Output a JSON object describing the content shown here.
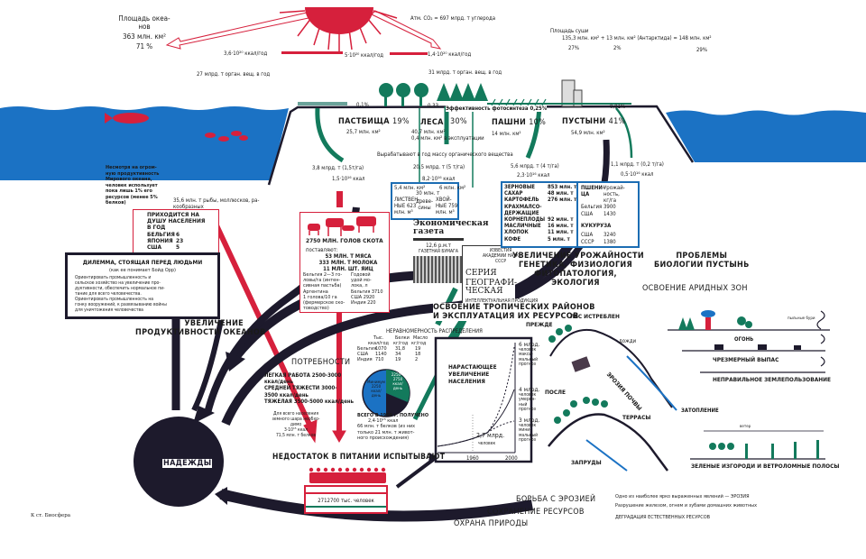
{
  "colors": {
    "ocean": "#1b72c4",
    "red": "#d6203c",
    "green": "#137a5c",
    "dark": "#1d1a2c",
    "boxblue": "#1c6db3"
  },
  "top": {
    "ocean_area": [
      "Площадь океа-",
      "нов",
      "363  млн.  км²",
      "71 %"
    ],
    "atm_co2": "Атм. CO₂ = 697 млрд. т углерода",
    "energy_left": "3,6·10²⁰ ккал/год",
    "energy_mid": "5·10²⁰ ккал/год",
    "energy_right": "1,4·10²⁰ ккал/год",
    "org_ocean": "27 млрд. т орган. вещ. в год",
    "org_land": "31 млрд. т орган. вещ. в год",
    "land_area_title": "Площадь суши",
    "land_area": "135,3 млн. км² + 13 млн. км² (Антарктида) = 148 млн. км²",
    "land_pct": [
      "27%",
      "2%",
      "29%"
    ]
  },
  "land": {
    "eff_ocean": "0,1%",
    "eff_forest": "0,33",
    "eff_photo": "Эффективность фотосинтеза 0,25%",
    "eff_desert": "0,01%",
    "pasture": {
      "name": "ПАСТБИЩА",
      "pct": "19%",
      "area": "25,7 млн. км²",
      "yield": "3,8 млрд. т (1,5т/га)",
      "kcal": "1,5·10¹⁶ ккал"
    },
    "forest": {
      "name": "ЛЕСА",
      "pct": "30%",
      "area": "40,7 млн. км²",
      "exploit": "0,4 млн. км² в эксплуатации",
      "produce": "Вырабатывают в год массу органического вещества",
      "yield": "20,5 млрд. т (5 т/га)",
      "kcal": "8,2·10¹⁶ ккал"
    },
    "fields": {
      "name": "ПАШНИ",
      "pct": "10%",
      "area": "14 млн. км²",
      "yield": "5,6 млрд. т (4 т/га)",
      "kcal": "2,3·10¹⁶ ккал"
    },
    "desert": {
      "name": "ПУСТЫНИ",
      "pct": "41%",
      "area": "54,9 млн. км²",
      "yield": "1,1 млрд. т (0,2 т/га)",
      "kcal": "0,5·10¹⁶ ккал"
    }
  },
  "forest_box": {
    "l1": "5,4 млн.",
    "l2": "км²",
    "mid1": "30 млн. т",
    "mid2": "древе-",
    "mid3": "сины",
    "left": [
      "ЛИСТВЕН-",
      "НЫЕ  623",
      "млн.  м³"
    ],
    "right1": "6 млн.",
    "right2": "км²",
    "right": [
      "ХВОЙ-",
      "НЫЕ 759",
      "млн.  м³"
    ]
  },
  "newspaper": {
    "title": "Экономическая",
    "title2": "газета",
    "pages": "12,6 р.м.т",
    "paper": "ГАЗЕТНАЯ БУМАГА"
  },
  "series": {
    "pub": [
      "ИЗВЕСТИЯ",
      "АКАДЕМИИ НАУК",
      "СССР"
    ],
    "l1": "СЕРИЯ",
    "l2": "ГЕОГРАФИ-",
    "l3": "ЧЕСКАЯ",
    "l4": "ИНТЕЛЛЕКТУАЛЬНАЯ ПРОДУКЦИЯ"
  },
  "crops": {
    "rows": [
      [
        "ЗЕРНОВЫЕ",
        "853 млн. т"
      ],
      [
        "САХАР",
        "48 млн. т"
      ],
      [
        "КАРТОФЕЛЬ",
        "276 млн. т"
      ],
      [
        "КРАХМАЛСО-",
        ""
      ],
      [
        "ДЕРЖАЩИЕ",
        ""
      ],
      [
        "КОРНЕПЛОДЫ",
        "92 млн. т"
      ],
      [
        "МАСЛИЧНЫЕ",
        "16 млн. т"
      ],
      [
        "ХЛОПОК",
        "11 млн. т"
      ],
      [
        "КОФЕ",
        "5 млн. т"
      ]
    ],
    "wheat": "ПШЕНИ-",
    "wheat2": "ЦА",
    "yield_h": [
      "Урожай-",
      "ность,",
      "кг/га"
    ],
    "wheat_vals": [
      [
        "Бельгия",
        "3900"
      ],
      [
        "США",
        "1430"
      ]
    ],
    "corn": "КУКУРУЗА",
    "corn_vals": [
      [
        "США",
        "3240"
      ],
      [
        "СССР",
        "1380"
      ]
    ]
  },
  "ocean_text": {
    "note": [
      "Несмотря на огром-",
      "ную продуктивность",
      "Мирового  океана,",
      "человек использует",
      "пока лишь 1% его",
      "ресурсов (менее 5%",
      "белков)"
    ],
    "catch": [
      "35,6 млн. т рыбы, моллюсков, ра-",
      "кообразных"
    ]
  },
  "per_capita": {
    "title": [
      "ПРИХОДИТСЯ НА",
      "ДУШУ НАСЕЛЕНИЯ",
      "В ГОД"
    ],
    "rows": [
      [
        "БЕЛЬГИЯ",
        "6"
      ],
      [
        "ЯПОНИЯ",
        "23"
      ],
      [
        "США",
        "5"
      ]
    ]
  },
  "dilemma": {
    "title": "ДИЛЕММА, СТОЯЩАЯ ПЕРЕД ЛЮДЬМИ",
    "sub": "(как ее понимает Бойд Орр)",
    "p1": [
      "Ориентировать промышленность  и",
      "сельское хозяйство на увеличение про-",
      "дуктивности, обеспечить нормальное пи-",
      "тание для всего человечества."
    ],
    "p2": [
      "Ориентировать промышленность на",
      "гонку вооружений, к развязыванию войны",
      "для уничтожения человечества"
    ]
  },
  "livestock": {
    "title": "2750 МЛН. ГОЛОВ СКОТА",
    "supply": "поставляют:",
    "items": [
      "53 МЛН. Т МЯСА",
      "333 МЛН. Т МОЛОКА",
      "11 МЛН. ШТ. ЯИЦ"
    ],
    "left": [
      "Бельгия 2—3 го-",
      "ловы/га (интен-",
      "сивная пастьба)",
      "Аргентина",
      "1 голова/10 га",
      "(фермерское ско-",
      "товодство)"
    ],
    "right": [
      "Годовой",
      "удой мо-",
      "лока, л",
      "Бельгия 3710",
      "США 2920",
      "",
      "Индия 220"
    ]
  },
  "labels": {
    "ocean_prod": [
      "УВЕЛИЧЕНИЕ",
      "ПРОДУКТИВНОСТИ ОКЕАНОВ"
    ],
    "tropics": [
      "ОСВОЕНИЕ ТРОПИЧЕСКИХ РАЙОНОВ",
      "И ЭКСПЛУАТАЦИЯ ИХ РЕСУРСОВ"
    ],
    "yield_up": [
      "УВЕЛИЧЕНИЕ УРОЖАЙНОСТИ",
      "ГЕНЕТИКА, ФИЗИОЛОГИЯ",
      "ФИТОПАТОЛОГИЯ,",
      "ЭКОЛОГИЯ"
    ],
    "desert_bio": [
      "ПРОБЛЕМЫ",
      "БИОЛОГИИ ПУСТЫНЬ"
    ],
    "arid": "ОСВОЕНИЕ АРИДНЫХ ЗОН",
    "hopes": "НАДЕЖДЫ",
    "shortage": "НЕДОСТАТОК В ПИТАНИИ ИСПЫТЫВАЮТ",
    "people_count": "2712700 тыс. человек",
    "erosion_fight": "БОРЬБА С ЭРОЗИЕЙ",
    "resources": "СОХРАНЕНИЕ РЕСУРСОВ",
    "nature": "ОХРАНА ПРИРОДЫ",
    "footer": "К ст. Биосфера"
  },
  "needs": {
    "title": "ПОТРЕБНОСТИ",
    "lines": [
      "ЛЕГКАЯ РАБОТА 2500-3000",
      "ккал/день",
      "СРЕДНЕЙ ТЯЖЕСТИ 3000-",
      "3500 ккал/день",
      "ТЯЖЕЛАЯ 3500-5000 ккал/день"
    ],
    "total": [
      "Для всего населения",
      "земного шара необхо-",
      "димо",
      "3·10¹⁵ ккал",
      "71,5 млн. т белков"
    ]
  },
  "inequality": {
    "title": "НЕРАВНОМЕРНОСТЬ РАСПРЕДЕЛЕНИЯ",
    "head": [
      "Тыс.",
      "ккал/год",
      "Белки",
      "кг/год",
      "Масло",
      "кг/год"
    ],
    "rows": [
      [
        "Бельгия",
        "1070",
        "31,8",
        "19"
      ],
      [
        "США",
        "1140",
        "34",
        "18"
      ],
      [
        "Индия",
        "710",
        "19",
        "2"
      ]
    ],
    "pie_left": [
      "Минимум",
      "2250",
      "ккал/",
      "день"
    ],
    "pie_right": [
      "2250—",
      "2750",
      "ккал/",
      "день"
    ],
    "received": [
      "ВСЕГО В 1959 г. ПОЛУЧЕНО",
      "2,4·10¹⁵ ккал",
      "66 млн. т белков (из них",
      "только 21 млн. т живот-",
      "ного происхождения)"
    ]
  },
  "population": {
    "title": [
      "НАРАСТАЮЩЕЕ",
      "УВЕЛИЧЕНИЕ",
      "НАСЕЛЕНИЯ"
    ],
    "now": "2,7 млрд.",
    "now2": "человек",
    "x_ticks": [
      "1960",
      "2000"
    ],
    "max": [
      "6 млрд.",
      "человек",
      "макси-",
      "мальный",
      "прогноз"
    ],
    "mid": [
      "4 млрд.",
      "человек",
      "умерен-",
      "ный",
      "прогноз"
    ],
    "min": [
      "3 млрд.",
      "человек",
      "мини-",
      "мальный",
      "прогноз"
    ]
  },
  "erosion": {
    "before": "ПРЕЖДЕ",
    "forest_cut": "ЛЕС ИСТРЕБЛЕН",
    "rains": "дожди",
    "soil": "ЭРОЗИЯ ПОЧВЫ",
    "after": "ПОСЛЕ",
    "terraces": "ТЕРРАСЫ",
    "dams": "ЗАПРУДЫ"
  },
  "desert_panel": {
    "dust": "пыльные бури",
    "fire": "ОГОНЬ",
    "grazing": "ЧРЕЗМЕРНЫЙ ВЫПАС",
    "landuse": "НЕПРАВИЛЬНОЕ ЗЕМЛЕПОЛЬЗОВАНИЕ",
    "flood": "ЗАТОПЛЕНИЕ",
    "wind": "ветер",
    "hedges": "ЗЕЛЕНЫЕ ИЗГОРОДИ И ВЕТРОЛОМНЫЕ ПОЛОСЫ"
  },
  "degradation": {
    "l1": "Одно из наиболее ярко выраженных явлений — ЭРОЗИЯ",
    "l2": "Разрушение железом, огнем и зубами домашних животных",
    "l3": "ДЕГРАДАЦИЯ ЕСТЕСТВЕННЫХ РЕСУРСОВ"
  }
}
